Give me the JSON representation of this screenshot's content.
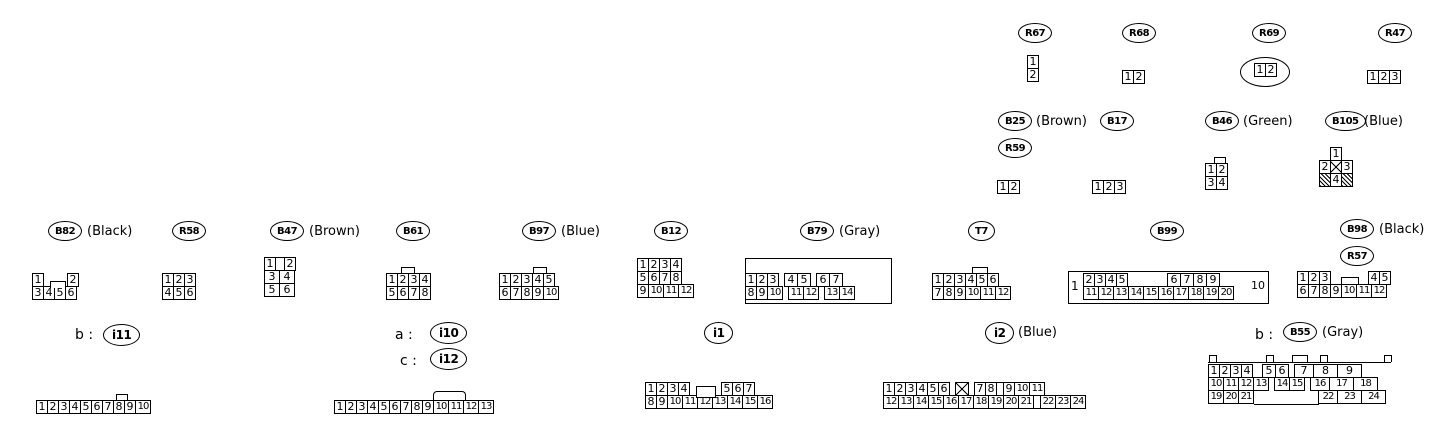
{
  "labels": {
    "r67": "R67",
    "r68": "R68",
    "r69": "R69",
    "r47": "R47",
    "b25": "B25",
    "b25_color": "(Brown)",
    "b17": "B17",
    "b46": "B46",
    "b46_color": "(Green)",
    "b105": "B105",
    "b105_color": "(Blue)",
    "r59": "R59",
    "b82": "B82",
    "b82_color": "(Black)",
    "r58": "R58",
    "b47": "B47",
    "b47_color": "(Brown)",
    "b61": "B61",
    "b97": "B97",
    "b97_color": "(Blue)",
    "b12": "B12",
    "b79": "B79",
    "b79_color": "(Gray)",
    "t7": "T7",
    "b99": "B99",
    "b98": "B98",
    "b98_color": "(Black)",
    "r57": "R57",
    "i11": "i11",
    "i11_prefix": "b :",
    "i10": "i10",
    "i10_prefix": "a :",
    "i12": "i12",
    "i12_prefix": "c :",
    "i1": "i1",
    "i2": "i2",
    "i2_color": "(Blue)",
    "b55": "B55",
    "b55_color": "(Gray)",
    "b55_prefix": "b :"
  },
  "pins": {
    "r67": [
      [
        "1"
      ],
      [
        "2"
      ]
    ],
    "r68": [
      [
        "1",
        "2"
      ]
    ],
    "r69": [
      [
        "1",
        "2"
      ]
    ],
    "r47": [
      [
        "1",
        "2",
        "3"
      ]
    ],
    "b25": [
      [
        "1",
        "2"
      ]
    ],
    "b17": [
      [
        "1",
        "2",
        "3"
      ]
    ],
    "b46": [
      [
        "1",
        "2"
      ],
      [
        "3",
        "4"
      ]
    ],
    "b105": [
      [
        "1"
      ],
      [
        "2",
        "X",
        "3"
      ],
      [
        "H",
        "4",
        "H"
      ]
    ],
    "b82": [
      [
        "1",
        "",
        "",
        "2"
      ],
      [
        "3",
        "4",
        "5",
        "6"
      ]
    ],
    "r58": [
      [
        "1",
        "2",
        "3"
      ],
      [
        "4",
        "5",
        "6"
      ]
    ],
    "b47": [
      [
        "1",
        "",
        "2"
      ],
      [
        "3",
        "4"
      ],
      [
        "5",
        "6"
      ]
    ],
    "b61": [
      [
        "1",
        "2",
        "3",
        "4"
      ],
      [
        "5",
        "6",
        "7",
        "8"
      ]
    ],
    "b97": [
      [
        "1",
        "2",
        "3",
        "4",
        "5"
      ],
      [
        "6",
        "7",
        "8",
        "9",
        "10"
      ]
    ],
    "b12": [
      [
        "1",
        "2",
        "3",
        "4"
      ],
      [
        "5",
        "6",
        "7",
        "8"
      ],
      [
        "9",
        "10",
        "11",
        "12"
      ]
    ],
    "b79": [
      [
        "1",
        "2",
        "3",
        "",
        "4",
        "5",
        "",
        "6",
        "7"
      ],
      [
        "8",
        "9",
        "10",
        "",
        "11",
        "12",
        "",
        "13",
        "14"
      ]
    ],
    "t7": [
      [
        "1",
        "2",
        "3",
        "4",
        "5",
        "6"
      ],
      [
        "7",
        "8",
        "9",
        "10",
        "11",
        "12"
      ]
    ],
    "b99": [
      [
        "2",
        "3",
        "4",
        "5",
        "",
        "6",
        "7",
        "8",
        "9"
      ],
      [
        "11",
        "12",
        "13",
        "14",
        "15",
        "16",
        "17",
        "18",
        "19",
        "20"
      ]
    ],
    "b99_side": [
      "1",
      "10"
    ],
    "b98": [
      [
        "1",
        "2",
        "3",
        "",
        "4",
        "5"
      ],
      [
        "6",
        "7",
        "8",
        "9",
        "10",
        "11",
        "12"
      ]
    ],
    "i11": [
      "1",
      "2",
      "3",
      "4",
      "5",
      "6",
      "7",
      "8",
      "9",
      "10"
    ],
    "i10": [
      "1",
      "2",
      "3",
      "4",
      "5",
      "6",
      "7",
      "8",
      "9",
      "10",
      "11",
      "12",
      "13"
    ],
    "i1": [
      [
        "1",
        "2",
        "3",
        "4",
        "",
        "5",
        "6",
        "7"
      ],
      [
        "8",
        "9",
        "10",
        "11",
        "12",
        "13",
        "14",
        "15",
        "16"
      ]
    ],
    "i2": [
      [
        "1",
        "2",
        "3",
        "4",
        "5",
        "6",
        "X",
        "7",
        "8",
        "",
        "9",
        "10",
        "11"
      ],
      [
        "12",
        "13",
        "14",
        "15",
        "16",
        "17",
        "18",
        "19",
        "20",
        "21",
        "",
        "22",
        "23",
        "24"
      ]
    ],
    "b55": [
      [
        "1",
        "2",
        "3",
        "4",
        "",
        "5",
        "6",
        "7",
        "8",
        "9"
      ],
      [
        "10",
        "11",
        "12",
        "13",
        "",
        "14",
        "15",
        "16",
        "17",
        "18"
      ],
      [
        "19",
        "20",
        "21",
        "",
        "",
        "",
        "",
        "22",
        "23",
        "24"
      ]
    ]
  }
}
